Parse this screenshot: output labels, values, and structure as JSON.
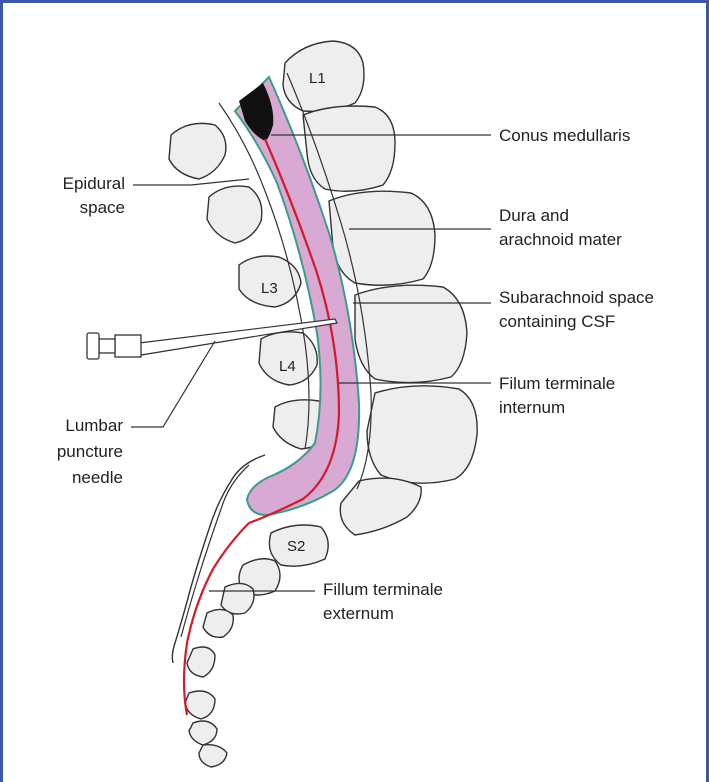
{
  "vertebra_labels": {
    "l1": "L1",
    "l3": "L3",
    "l4": "L4",
    "s2": "S2"
  },
  "labels": {
    "conus_medullaris": "Conus medullaris",
    "dura_line1": "Dura and",
    "dura_line2": "arachnoid mater",
    "subarachnoid_line1": "Subarachnoid space",
    "subarachnoid_line2": "containing CSF",
    "filum_internum_line1": "Filum terminale",
    "filum_internum_line2": "internum",
    "fillum_externum_line1": "Fillum terminale",
    "fillum_externum_line2": "externum",
    "epidural_line1": "Epidural",
    "epidural_line2": "space",
    "needle_line1": "Lumbar",
    "needle_line2": "puncture",
    "needle_line3": "needle"
  },
  "colors": {
    "subarachnoid_fill": "#d8a9d3",
    "spinal_cord": "#111111",
    "filum": "#d11a2a",
    "dura_outline": "#3b9c8c",
    "bone_fill": "#eeeeee",
    "frame_border": "#3a5aa8"
  }
}
